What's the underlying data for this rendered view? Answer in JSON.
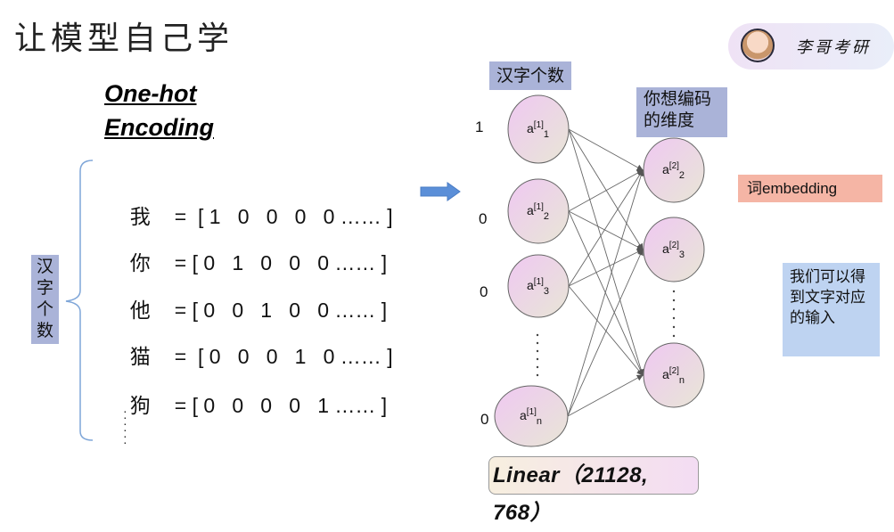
{
  "title": "让模型自己学",
  "brand": {
    "avatar_icon": "anime-avatar-icon",
    "name": "李哥考研"
  },
  "heading": {
    "line1": "One-hot",
    "line2": "Encoding"
  },
  "side_label": "汉字个数",
  "rows": [
    {
      "char": "我",
      "vector": "=  [ 1   0   0   0   0 …… ]"
    },
    {
      "char": "你",
      "vector": "= [ 0   1   0   0   0 …… ]"
    },
    {
      "char": "他",
      "vector": "= [ 0   0   1   0   0 …… ]"
    },
    {
      "char": "猫",
      "vector": "=  [ 0   0   0   1   0 …… ]"
    },
    {
      "char": "狗",
      "vector": "= [ 0   0   0   0   1 …… ]"
    }
  ],
  "network": {
    "input_label": "汉字个数",
    "output_label": "你想编码的维度",
    "input_values": [
      "1",
      "0",
      "0",
      "0"
    ],
    "input_nodes": [
      {
        "base": "a",
        "sup": "[1]",
        "sub": "1"
      },
      {
        "base": "a",
        "sup": "[1]",
        "sub": "2"
      },
      {
        "base": "a",
        "sup": "[1]",
        "sub": "3"
      },
      {
        "base": "a",
        "sup": "[1]",
        "sub": "n"
      }
    ],
    "output_nodes": [
      {
        "base": "a",
        "sup": "[2]",
        "sub": "2"
      },
      {
        "base": "a",
        "sup": "[2]",
        "sub": "3"
      },
      {
        "base": "a",
        "sup": "[2]",
        "sub": "n"
      }
    ],
    "linear_label": "Linear（21128, 768）"
  },
  "embedding_label": "词embedding",
  "result_note": "我们可以得到文字对应的输入",
  "colors": {
    "label_blue": "#aab3d8",
    "embed_salmon": "#f5b5a5",
    "note_blue": "#bed3f1",
    "arrow_blue": "#5b8fd8",
    "brace_blue": "#7fa6d8"
  }
}
